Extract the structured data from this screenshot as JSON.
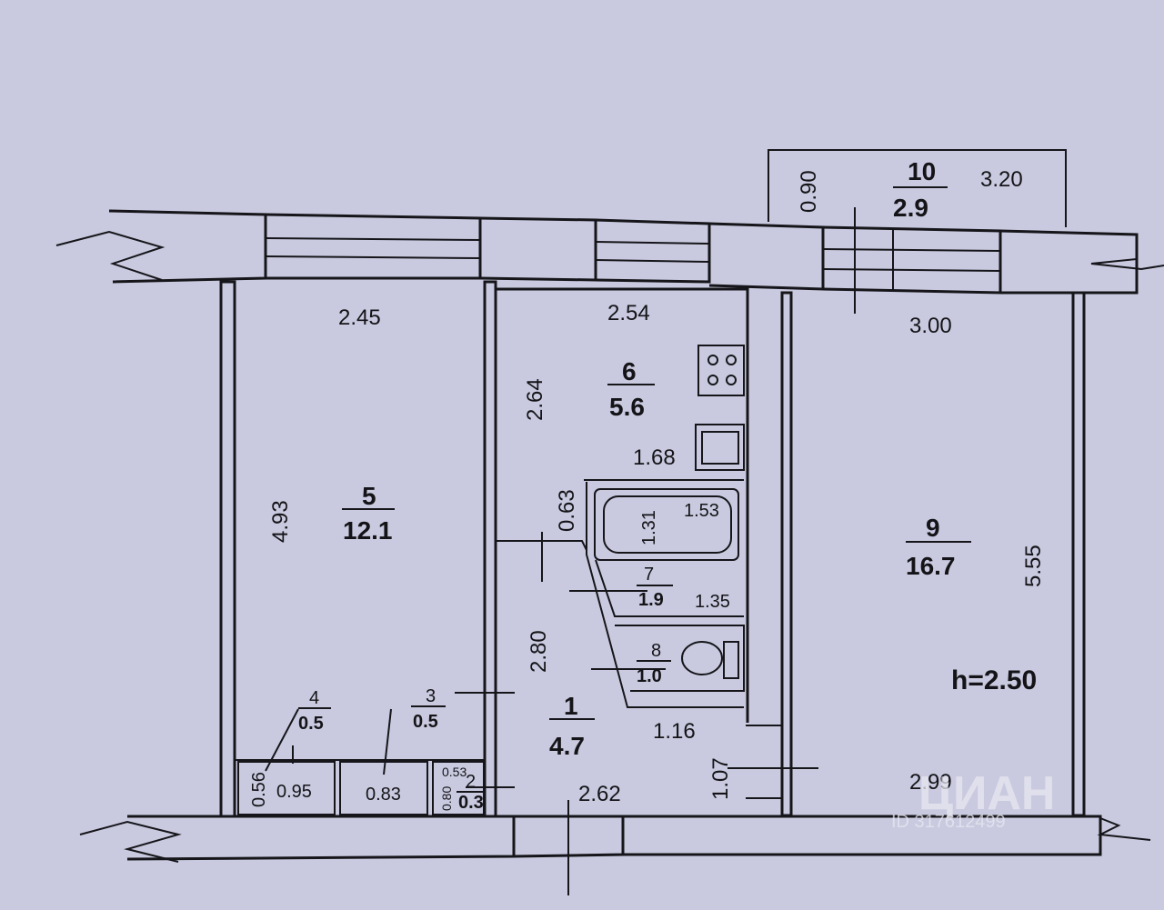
{
  "rooms": [
    {
      "id": "room-5",
      "number": "5",
      "area": "12.1"
    },
    {
      "id": "room-6",
      "number": "6",
      "area": "5.6"
    },
    {
      "id": "room-9",
      "number": "9",
      "area": "16.7"
    },
    {
      "id": "room-10",
      "number": "10",
      "area": "2.9"
    },
    {
      "id": "room-1",
      "number": "1",
      "area": "4.7"
    },
    {
      "id": "room-7",
      "number": "7",
      "area": "1.9"
    },
    {
      "id": "room-8",
      "number": "8",
      "area": "1.0"
    },
    {
      "id": "room-4",
      "number": "4",
      "area": "0.5"
    },
    {
      "id": "room-3",
      "number": "3",
      "area": "0.5"
    },
    {
      "id": "room-2",
      "number": "2",
      "area": "0.3"
    }
  ],
  "dimensions": {
    "d245": "2.45",
    "d254": "2.54",
    "d300": "3.00",
    "d320": "3.20",
    "d090": "0.90",
    "d493": "4.93",
    "d264": "2.64",
    "d168": "1.68",
    "d063": "0.63",
    "d131": "1.31",
    "d153": "1.53",
    "d135": "1.35",
    "d280": "2.80",
    "d116": "1.16",
    "d107": "1.07",
    "d262": "2.62",
    "d299": "2.99",
    "d555": "5.55",
    "d056": "0.56",
    "d095": "0.95",
    "d083": "0.83",
    "d053": "0.53",
    "d080": "0.80"
  },
  "ceiling_height": "h=2.50",
  "watermark": {
    "brand": "ЦИАН",
    "id": "ID 317612499"
  }
}
